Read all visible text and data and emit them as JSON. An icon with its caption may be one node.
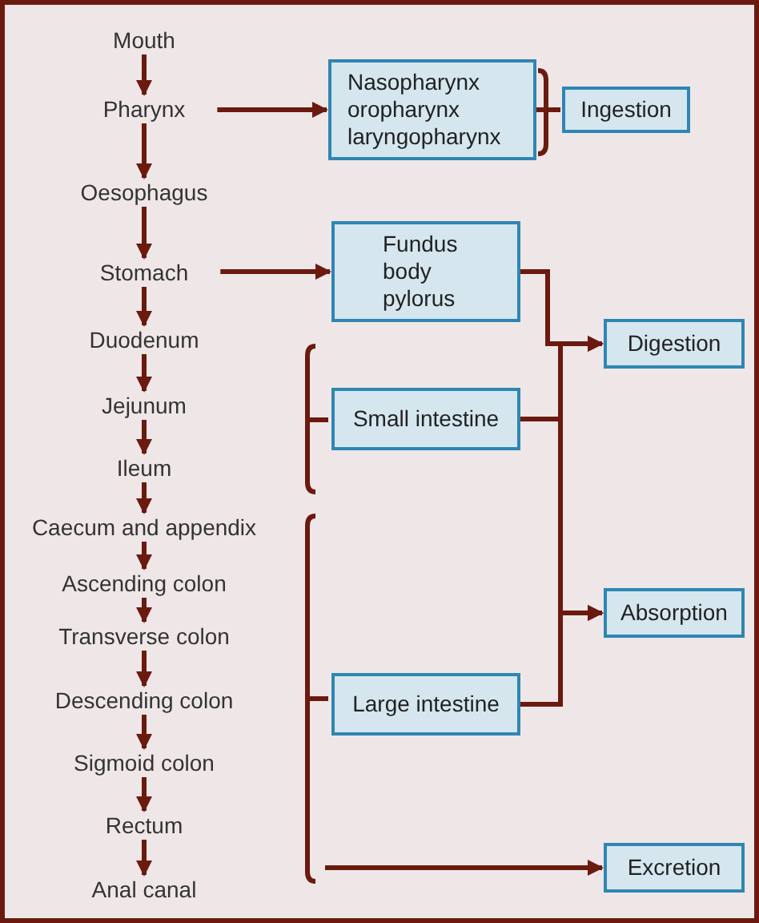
{
  "diagram": {
    "nodes": [
      {
        "text": [
          "Mouth"
        ]
      },
      {
        "text": [
          "Pharynx"
        ]
      },
      {
        "text": [
          "Oesophagus"
        ]
      },
      {
        "text": [
          "Stomach"
        ]
      },
      {
        "text": [
          "Duodenum"
        ]
      },
      {
        "text": [
          "Jejunum"
        ]
      },
      {
        "text": [
          "Ileum"
        ]
      },
      {
        "text": [
          "Caecum and appendix"
        ]
      },
      {
        "text": [
          "Ascending colon"
        ]
      },
      {
        "text": [
          "Transverse colon"
        ]
      },
      {
        "text": [
          "Descending colon"
        ]
      },
      {
        "text": [
          "Sigmoid colon"
        ]
      },
      {
        "text": [
          "Rectum"
        ]
      },
      {
        "text": [
          "Anal canal"
        ]
      },
      {
        "text": [
          "Nasopharynx",
          "oropharynx",
          "laryngopharynx"
        ]
      },
      {
        "text": [
          "Ingestion"
        ]
      },
      {
        "text": [
          "Fundus",
          "body",
          "pylorus"
        ]
      },
      {
        "text": [
          "Digestion"
        ]
      },
      {
        "text": [
          "Small intestine"
        ]
      },
      {
        "text": [
          "Absorption"
        ]
      },
      {
        "text": [
          "Large intestine"
        ]
      },
      {
        "text": [
          "Excretion"
        ]
      }
    ],
    "edges": [
      {
        "from": 0,
        "to": 1,
        "arrow": "to"
      },
      {
        "from": 1,
        "to": 2,
        "arrow": "to"
      },
      {
        "from": 2,
        "to": 3,
        "arrow": "to"
      },
      {
        "from": 3,
        "to": 4,
        "arrow": "to"
      },
      {
        "from": 4,
        "to": 5,
        "arrow": "to"
      },
      {
        "from": 5,
        "to": 6,
        "arrow": "to"
      },
      {
        "from": 6,
        "to": 7,
        "arrow": "to"
      },
      {
        "from": 7,
        "to": 8,
        "arrow": "to"
      },
      {
        "from": 8,
        "to": 9,
        "arrow": "to"
      },
      {
        "from": 9,
        "to": 10,
        "arrow": "to"
      },
      {
        "from": 10,
        "to": 11,
        "arrow": "to"
      },
      {
        "from": 11,
        "to": 12,
        "arrow": "to"
      },
      {
        "from": 12,
        "to": 13,
        "arrow": "to"
      },
      {
        "from": 1,
        "to": 14,
        "arrow": "to"
      },
      {
        "from": 3,
        "to": 16,
        "arrow": "to"
      },
      {
        "from": 14,
        "to": 15,
        "arrow": "none"
      },
      {
        "from": 16,
        "to": 17,
        "arrow": "to"
      },
      {
        "from": 18,
        "to": 17,
        "arrow": "to"
      },
      {
        "from": 18,
        "to": 19,
        "arrow": "to"
      },
      {
        "from": 20,
        "to": 19,
        "arrow": "to"
      },
      {
        "from": 20,
        "to": 21,
        "arrow": "to"
      }
    ]
  }
}
